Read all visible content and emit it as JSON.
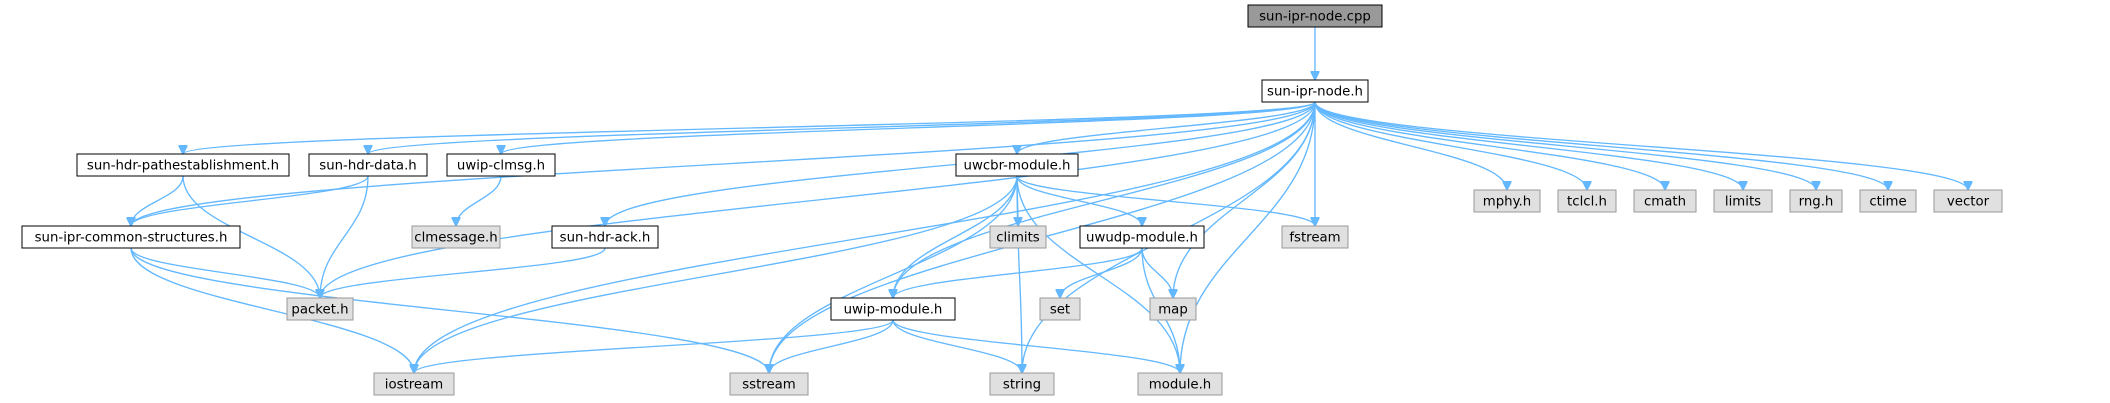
{
  "graph": {
    "nodes": {
      "root": {
        "label": "sun-ipr-node.cpp",
        "style": "root"
      },
      "ipr_node_h": {
        "label": "sun-ipr-node.h",
        "style": "internal"
      },
      "pathest": {
        "label": "sun-hdr-pathestablishment.h",
        "style": "internal"
      },
      "hdrdata": {
        "label": "sun-hdr-data.h",
        "style": "internal"
      },
      "clmsg": {
        "label": "uwip-clmsg.h",
        "style": "internal"
      },
      "uwcbr": {
        "label": "uwcbr-module.h",
        "style": "internal"
      },
      "mphy": {
        "label": "mphy.h",
        "style": "external"
      },
      "tclcl": {
        "label": "tclcl.h",
        "style": "external"
      },
      "cmath": {
        "label": "cmath",
        "style": "external"
      },
      "limits": {
        "label": "limits",
        "style": "external"
      },
      "rng": {
        "label": "rng.h",
        "style": "external"
      },
      "ctime": {
        "label": "ctime",
        "style": "external"
      },
      "vector": {
        "label": "vector",
        "style": "external"
      },
      "common": {
        "label": "sun-ipr-common-structures.h",
        "style": "internal"
      },
      "clmessage": {
        "label": "clmessage.h",
        "style": "external"
      },
      "hdrack": {
        "label": "sun-hdr-ack.h",
        "style": "internal"
      },
      "climits": {
        "label": "climits",
        "style": "external"
      },
      "uwudp": {
        "label": "uwudp-module.h",
        "style": "internal"
      },
      "fstream": {
        "label": "fstream",
        "style": "external"
      },
      "packet": {
        "label": "packet.h",
        "style": "external"
      },
      "set": {
        "label": "set",
        "style": "external"
      },
      "map": {
        "label": "map",
        "style": "external"
      },
      "uwip": {
        "label": "uwip-module.h",
        "style": "internal"
      },
      "iostream": {
        "label": "iostream",
        "style": "external"
      },
      "sstream": {
        "label": "sstream",
        "style": "external"
      },
      "string": {
        "label": "string",
        "style": "external"
      },
      "module": {
        "label": "module.h",
        "style": "external"
      }
    },
    "edges": [
      [
        "root",
        "ipr_node_h"
      ],
      [
        "ipr_node_h",
        "pathest"
      ],
      [
        "ipr_node_h",
        "hdrdata"
      ],
      [
        "ipr_node_h",
        "clmsg"
      ],
      [
        "ipr_node_h",
        "uwcbr"
      ],
      [
        "ipr_node_h",
        "mphy"
      ],
      [
        "ipr_node_h",
        "tclcl"
      ],
      [
        "ipr_node_h",
        "cmath"
      ],
      [
        "ipr_node_h",
        "limits"
      ],
      [
        "ipr_node_h",
        "rng"
      ],
      [
        "ipr_node_h",
        "ctime"
      ],
      [
        "ipr_node_h",
        "vector"
      ],
      [
        "ipr_node_h",
        "common"
      ],
      [
        "ipr_node_h",
        "hdrack"
      ],
      [
        "ipr_node_h",
        "fstream"
      ],
      [
        "ipr_node_h",
        "packet"
      ],
      [
        "ipr_node_h",
        "map"
      ],
      [
        "ipr_node_h",
        "uwip"
      ],
      [
        "ipr_node_h",
        "iostream"
      ],
      [
        "ipr_node_h",
        "sstream"
      ],
      [
        "ipr_node_h",
        "string"
      ],
      [
        "ipr_node_h",
        "module"
      ],
      [
        "pathest",
        "common"
      ],
      [
        "pathest",
        "packet"
      ],
      [
        "hdrdata",
        "common"
      ],
      [
        "hdrdata",
        "packet"
      ],
      [
        "clmsg",
        "clmessage"
      ],
      [
        "common",
        "packet"
      ],
      [
        "common",
        "iostream"
      ],
      [
        "common",
        "sstream"
      ],
      [
        "hdrack",
        "packet"
      ],
      [
        "uwcbr",
        "climits"
      ],
      [
        "uwcbr",
        "uwudp"
      ],
      [
        "uwcbr",
        "fstream"
      ],
      [
        "uwcbr",
        "uwip"
      ],
      [
        "uwcbr",
        "iostream"
      ],
      [
        "uwcbr",
        "sstream"
      ],
      [
        "uwcbr",
        "string"
      ],
      [
        "uwcbr",
        "module"
      ],
      [
        "uwudp",
        "set"
      ],
      [
        "uwudp",
        "map"
      ],
      [
        "uwudp",
        "uwip"
      ],
      [
        "uwudp",
        "module"
      ],
      [
        "uwip",
        "iostream"
      ],
      [
        "uwip",
        "sstream"
      ],
      [
        "uwip",
        "string"
      ],
      [
        "uwip",
        "module"
      ]
    ],
    "colors": {
      "edge": "#63b8ff",
      "root_fill": "#999999",
      "internal_fill": "#ffffff",
      "external_fill": "#e0e0e0",
      "internal_border": "#000000",
      "external_border": "#999999"
    }
  }
}
